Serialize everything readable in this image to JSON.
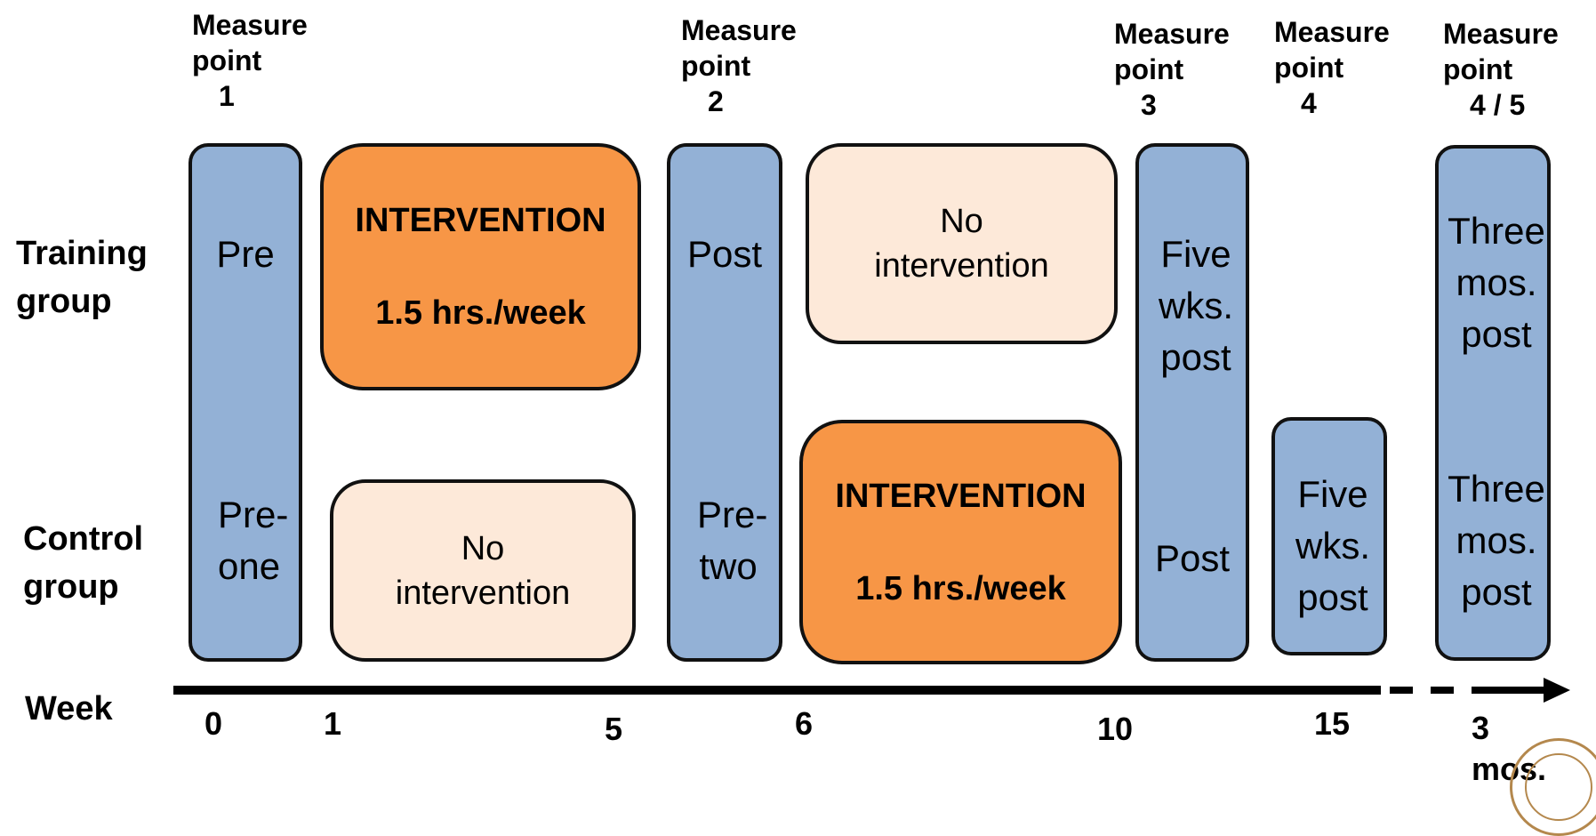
{
  "measure_points": [
    {
      "label": "Measure point",
      "number": "1"
    },
    {
      "label": "Measure point",
      "number": "2"
    },
    {
      "label": "Measure point",
      "number": "3"
    },
    {
      "label": "Measure point",
      "number": "4"
    },
    {
      "label": "Measure point",
      "number": "4 / 5"
    }
  ],
  "rows": {
    "training": "Training group",
    "control": "Control group"
  },
  "training": {
    "pre": "Pre",
    "intervention_title": "INTERVENTION",
    "intervention_rate": "1.5 hrs./week",
    "post": "Post",
    "no_intervention": "No intervention",
    "five_wks_post": "Five wks. post",
    "three_mos_post": "Three mos. post"
  },
  "control": {
    "pre_one": "Pre-one",
    "no_intervention": "No intervention",
    "pre_two": "Pre-two",
    "intervention_title": "INTERVENTION",
    "intervention_rate": "1.5 hrs./week",
    "post": "Post",
    "five_wks_post": "Five wks. post",
    "three_mos_post": "Three mos. post"
  },
  "timeline": {
    "label": "Week",
    "ticks": [
      "0",
      "1",
      "5",
      "6",
      "10",
      "15",
      "3 mos."
    ]
  },
  "colors": {
    "measure_box": "#93b1d6",
    "intervention": "#f79646",
    "no_intervention": "#fde9d9",
    "seal": "#b4884d"
  },
  "icons": [
    "university-seal-icon",
    "arrow-right-icon"
  ]
}
